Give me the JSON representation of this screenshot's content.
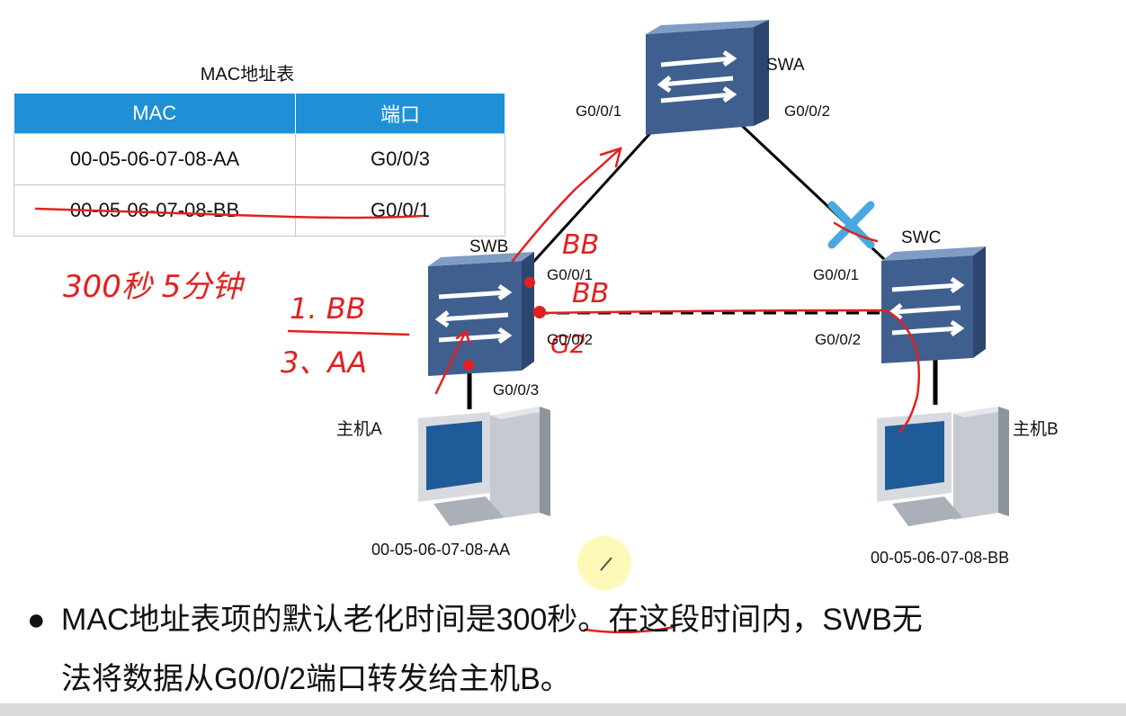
{
  "table": {
    "title": "MAC地址表",
    "headers": [
      "MAC",
      "端口"
    ],
    "rows": [
      [
        "00-05-06-07-08-AA",
        "G0/0/3"
      ],
      [
        "00-05-06-07-08-BB",
        "G0/0/1"
      ]
    ]
  },
  "switches": {
    "swa": "SWA",
    "swb": "SWB",
    "swc": "SWC"
  },
  "ports": {
    "swa_left": "G0/0/1",
    "swa_right": "G0/0/2",
    "swb_p1": "G0/0/1",
    "swb_p2": "G0/0/2",
    "swb_p3": "G0/0/3",
    "swc_p1": "G0/0/1",
    "swc_p2": "G0/0/2"
  },
  "hosts": {
    "a_name": "主机A",
    "b_name": "主机B",
    "a_mac": "00-05-06-07-08-AA",
    "b_mac": "00-05-06-07-08-BB"
  },
  "annotations": {
    "time_note": "300秒 5分钟",
    "entry1": "1. BB",
    "entry2": "3、AA",
    "bb_near_link": "BB",
    "bb_on_link": "BB",
    "g2_marker": "G2"
  },
  "bottom": {
    "bullet": "●",
    "line1_pre": "MAC地址表项的默认老化时间是",
    "line1_highlight": "300秒",
    "line1_post": "。在这段时间内，SWB无",
    "line2": "法将数据从G0/0/2端口转发给主机B。"
  },
  "colors": {
    "table_header": "#1f8fd6",
    "annotation_red": "#e32020",
    "blocked_x": "#4aa8e0",
    "switch_body": "#4a6a9a"
  }
}
